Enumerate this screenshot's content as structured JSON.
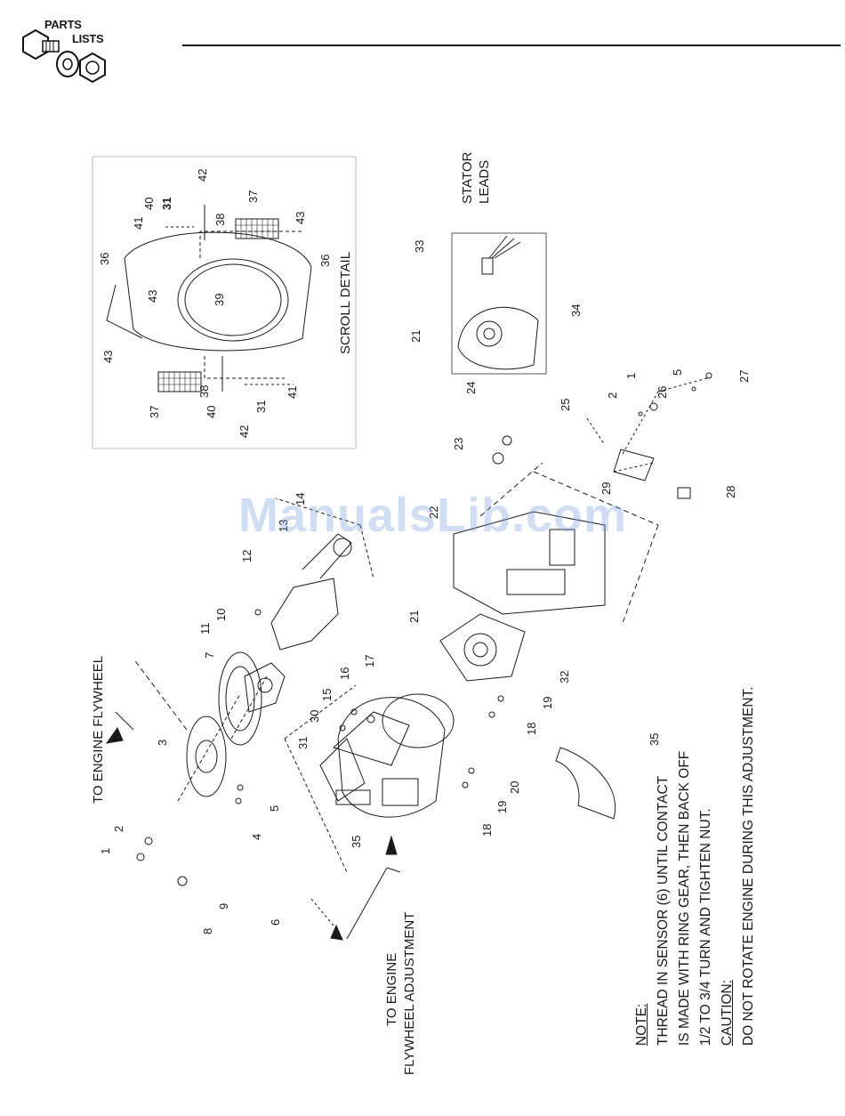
{
  "header": {
    "logo_line1": "PARTS",
    "logo_line2": "LISTS"
  },
  "scroll_detail": {
    "title": "SCROLL DETAIL",
    "labels": [
      "36",
      "36",
      "37",
      "37",
      "38",
      "38",
      "39",
      "40",
      "40",
      "31",
      "31",
      "41",
      "41",
      "42",
      "42",
      "43",
      "43",
      "43"
    ]
  },
  "callouts": {
    "to_engine_flywheel": "TO ENGINE FLYWHEEL",
    "to_engine_adjust_line1": "TO ENGINE",
    "to_engine_adjust_line2": "FLYWHEEL ADJUSTMENT",
    "stator_line1": "STATOR",
    "stator_line2": "LEADS"
  },
  "part_numbers": [
    "1",
    "2",
    "3",
    "4",
    "5",
    "6",
    "7",
    "8",
    "9",
    "10",
    "11",
    "12",
    "13",
    "14",
    "15",
    "16",
    "17",
    "18",
    "19",
    "20",
    "21",
    "22",
    "23",
    "24",
    "25",
    "26",
    "27",
    "28",
    "29",
    "30",
    "31",
    "32",
    "33",
    "34",
    "35"
  ],
  "note": {
    "heading": "NOTE:",
    "line1": "THREAD IN SENSOR (6) UNTIL CONTACT",
    "line2": "IS MADE WITH RING GEAR, THEN BACK OFF",
    "line3": "1/2 TO 3/4 TURN AND TIGHTEN NUT.",
    "caution_heading": "CAUTION:",
    "caution_text": "DO NOT ROTATE ENGINE DURING THIS ADJUSTMENT."
  },
  "watermark": "ManualsLib.com",
  "colors": {
    "ink": "#1a1a1a",
    "watermark": "#78a0dc"
  }
}
